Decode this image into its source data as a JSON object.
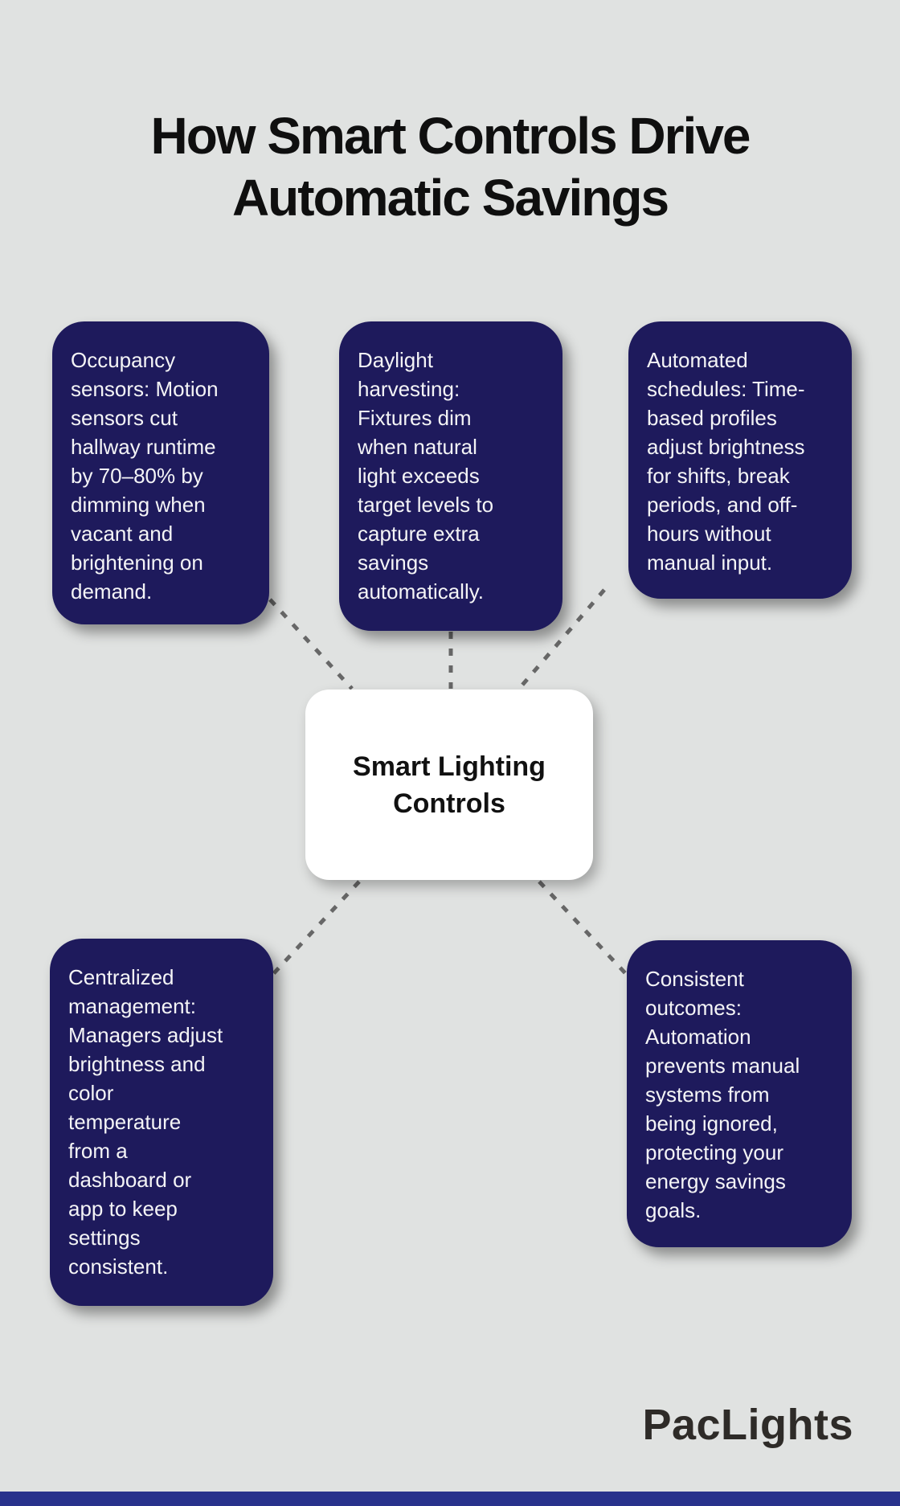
{
  "page": {
    "background_color": "#e0e2e1",
    "box_color": "#1e1a5c",
    "box_text_color": "#f4f4f6",
    "dash_color": "#676767",
    "center_node_color": "#ffffff",
    "footer_bar_color": "#28328c"
  },
  "title": {
    "line1": "How Smart Controls Drive",
    "line2": "Automatic Savings"
  },
  "center": {
    "label": "Smart Lighting\nControls"
  },
  "boxes": {
    "occupancy_sensors": "Occupancy\nsensors: Motion\nsensors cut\nhallway runtime\nby 70–80% by\ndimming when\nvacant and\nbrightening on\ndemand.",
    "daylight_harvesting": "Daylight\nharvesting:\nFixtures dim\nwhen natural\nlight exceeds\ntarget levels to\ncapture extra\nsavings\nautomatically.",
    "automated_schedules": "Automated\nschedules: Time-\nbased profiles\nadjust brightness\nfor shifts, break\nperiods, and off-\nhours without\nmanual input.",
    "centralized_management": "Centralized\nmanagement:\nManagers adjust\nbrightness and\ncolor\ntemperature\nfrom a\ndashboard or\napp to keep\nsettings\nconsistent.",
    "consistent_outcomes": "Consistent\noutcomes:\nAutomation\nprevents manual\nsystems from\nbeing ignored,\nprotecting your\nenergy savings\ngoals."
  },
  "brand": {
    "wordmark": "PacLights"
  }
}
